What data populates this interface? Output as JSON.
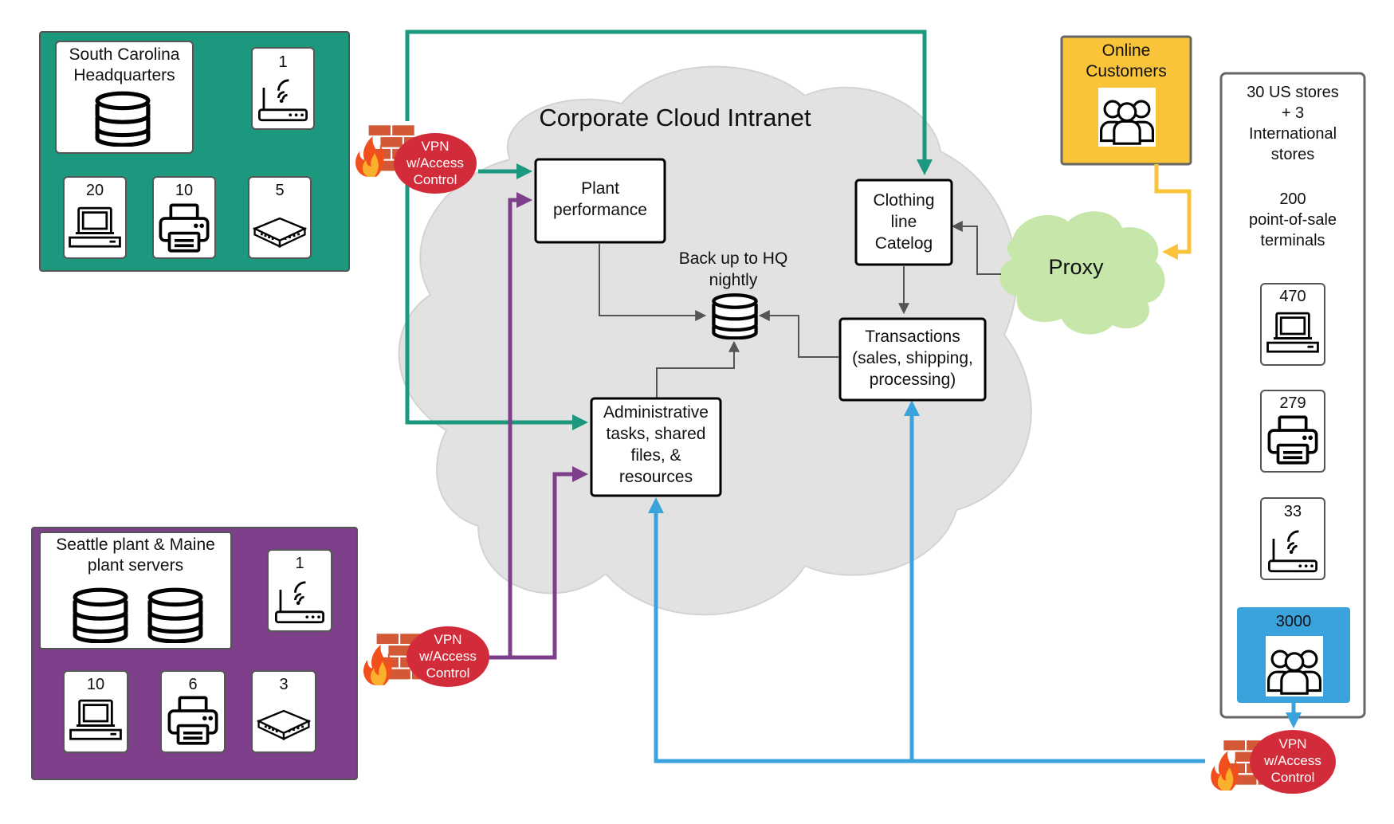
{
  "colors": {
    "hq_green": "#1B987E",
    "plant_purple": "#7E3F8A",
    "online_yellow": "#F9C43A",
    "store_blue": "#3BA3DB",
    "cloud_gray": "#E2E2E2",
    "proxy_green": "#C6E7A9",
    "vpn_red": "#D22C3A",
    "firewall_brick": "#D25836"
  },
  "cloud": {
    "title": "Corporate Cloud Intranet"
  },
  "hq": {
    "title_line1": "South Carolina",
    "title_line2": "Headquarters",
    "router_count": "1",
    "computer_count": "20",
    "printer_count": "10",
    "switch_count": "5"
  },
  "plant": {
    "title_line1": "Seattle plant & Maine",
    "title_line2": "plant servers",
    "router_count": "1",
    "computer_count": "10",
    "printer_count": "6",
    "switch_count": "3"
  },
  "online": {
    "line1": "Online",
    "line2": "Customers"
  },
  "stores": {
    "line1": "30 US stores",
    "line2": "+ 3",
    "line3": "International",
    "line4": "stores",
    "line5": "200",
    "line6": "point-of-sale",
    "line7": "terminals",
    "computer_count": "470",
    "printer_count": "279",
    "router_count": "33",
    "users_count": "3000"
  },
  "vpn": {
    "line1": "VPN",
    "line2": "w/Access",
    "line3": "Control"
  },
  "nodes": {
    "plant_performance": {
      "line1": "Plant",
      "line2": "performance"
    },
    "clothing": {
      "line1": "Clothing",
      "line2": "line",
      "line3": "Catelog"
    },
    "transactions": {
      "line1": "Transactions",
      "line2": "(sales, shipping,",
      "line3": "processing)"
    },
    "admin": {
      "line1": "Administrative",
      "line2": "tasks, shared",
      "line3": "files, &",
      "line4": "resources"
    },
    "backup": {
      "line1": "Back up to HQ",
      "line2": "nightly"
    },
    "proxy": {
      "label": "Proxy"
    }
  },
  "icons": [
    "database-icon",
    "router-icon",
    "computer-icon",
    "printer-icon",
    "switch-icon",
    "users-icon",
    "firewall-icon"
  ]
}
